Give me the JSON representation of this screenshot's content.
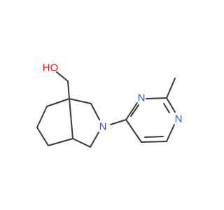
{
  "atoms": {
    "hydroxyl": "HO",
    "ring_nitrogen": "N",
    "pyrimidine_n1": "N",
    "pyrimidine_n3": "N"
  },
  "colors": {
    "bond": "#3a3a3a",
    "oxygen": "#ff0d0d",
    "nitrogen": "#3050f8",
    "background": "#ffffff"
  }
}
